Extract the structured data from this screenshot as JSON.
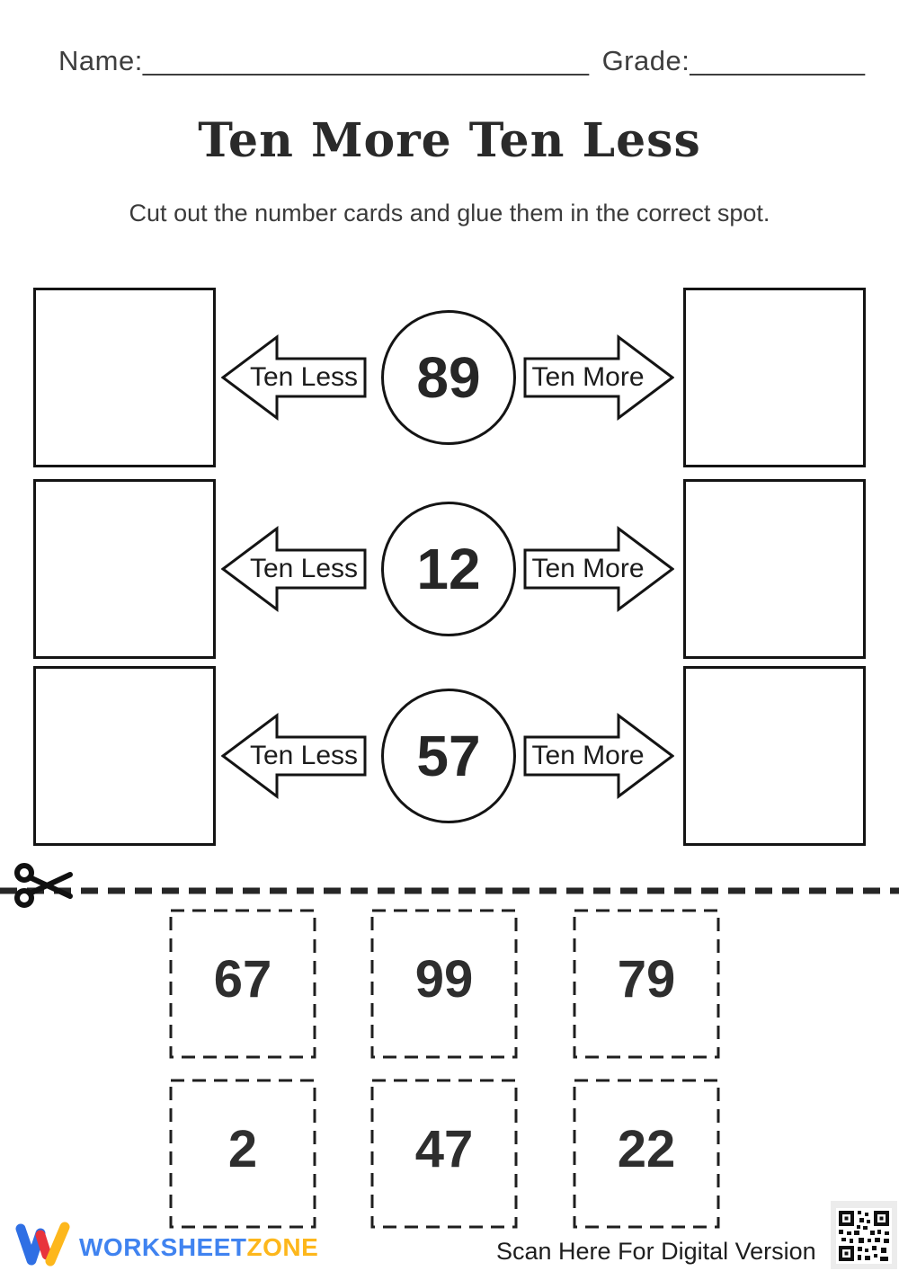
{
  "header": {
    "name_label": "Name:",
    "name_line": "____________________________",
    "grade_label": "Grade:",
    "grade_line": "___________"
  },
  "title": "Ten More Ten Less",
  "instruction": "Cut out the number cards and glue them in the correct spot.",
  "rows": [
    {
      "number": "89",
      "ten_less": "Ten Less",
      "ten_more": "Ten More"
    },
    {
      "number": "12",
      "ten_less": "Ten Less",
      "ten_more": "Ten More"
    },
    {
      "number": "57",
      "ten_less": "Ten Less",
      "ten_more": "Ten More"
    }
  ],
  "cards": [
    "67",
    "99",
    "79",
    "2",
    "47",
    "22"
  ],
  "footer": {
    "brand_part1": "WORKSHEET",
    "brand_part2": "ZONE",
    "scan_label": "Scan Here For Digital Version"
  },
  "icons": {
    "scissors": "scissors-icon",
    "qr": "qr-code"
  },
  "colors": {
    "ink": "#262626",
    "border_black": "#141414",
    "brand_blue": "#4083f0",
    "brand_yellow": "#fdb71c",
    "logo_red": "#e8333c",
    "qr_background": "#ececec"
  }
}
